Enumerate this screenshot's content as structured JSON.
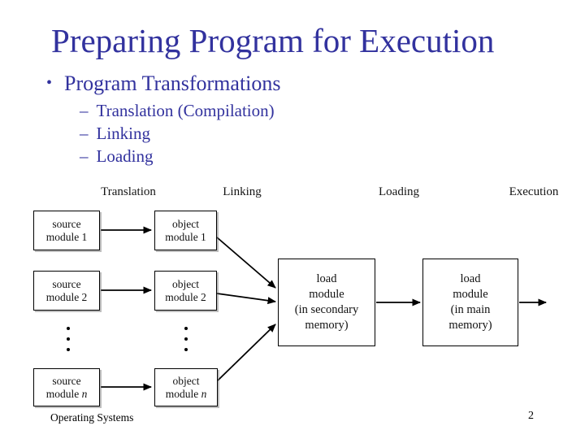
{
  "slide": {
    "title": "Preparing Program for Execution",
    "footer": "Operating Systems",
    "page_number": "2"
  },
  "bullets": {
    "bullet_char": "•",
    "dash_char": "–",
    "main": "Program Transformations",
    "sub": [
      "Translation (Compilation)",
      "Linking",
      "Loading"
    ]
  },
  "colors": {
    "accent_text": "#32329E",
    "diagram_line": "#000000"
  },
  "diagram": {
    "stage_labels": [
      "Translation",
      "Linking",
      "Loading",
      "Execution"
    ],
    "boxes": {
      "source1": {
        "line1": "source",
        "line2": "module 1"
      },
      "object1": {
        "line1": "object",
        "line2": "module 1"
      },
      "source2": {
        "line1": "source",
        "line2": "module 2"
      },
      "object2": {
        "line1": "object",
        "line2": "module 2"
      },
      "sourcen": {
        "line1": "source",
        "line2_prefix": "module ",
        "line2_var": "n"
      },
      "objectn": {
        "line1": "object",
        "line2_prefix": "module ",
        "line2_var": "n"
      },
      "load_secondary": {
        "line1": "load",
        "line2": "module",
        "line3": "(in secondary",
        "line4": "memory)"
      },
      "load_main": {
        "line1": "load",
        "line2": "module",
        "line3": "(in main",
        "line4": "memory)"
      }
    }
  }
}
